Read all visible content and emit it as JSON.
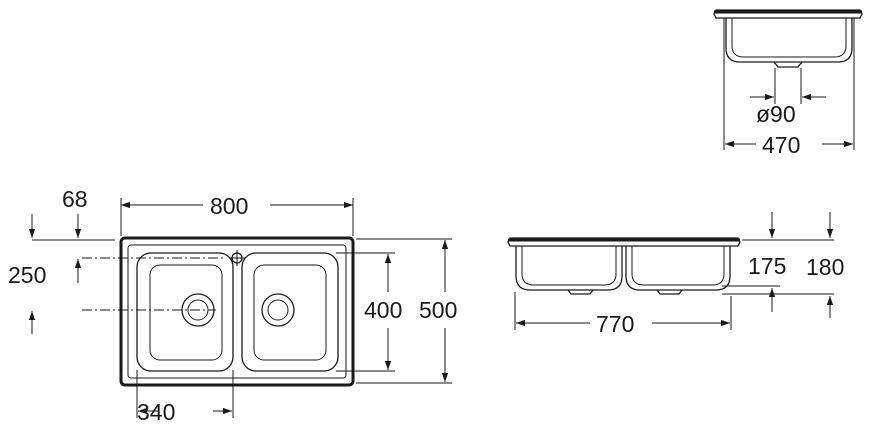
{
  "dimensions": {
    "offset_68": "68",
    "width_800": "800",
    "offset_250": "250",
    "depth_400": "400",
    "depth_500": "500",
    "bowl_340": "340",
    "drain_90": "ø90",
    "side_470": "470",
    "front_770": "770",
    "height_175": "175",
    "height_180": "180"
  },
  "colors": {
    "ink": "#1a1a1a",
    "background": "#ffffff"
  }
}
